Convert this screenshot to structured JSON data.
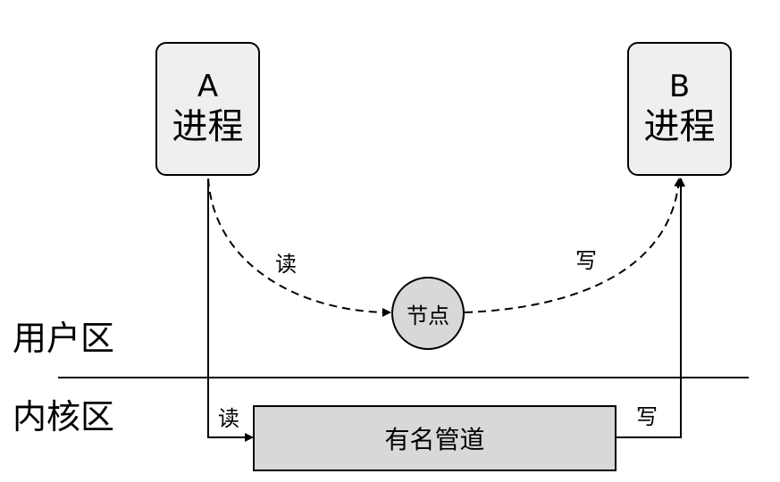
{
  "process_a": {
    "letter": "A",
    "word": "进程"
  },
  "process_b": {
    "letter": "B",
    "word": "进程"
  },
  "node": {
    "label": "节点"
  },
  "pipe": {
    "label": "有名管道"
  },
  "zones": {
    "user": "用户区",
    "kernel": "内核区"
  },
  "edges": {
    "user_read": "读",
    "user_write": "写",
    "kernel_read": "读",
    "kernel_write": "写"
  }
}
